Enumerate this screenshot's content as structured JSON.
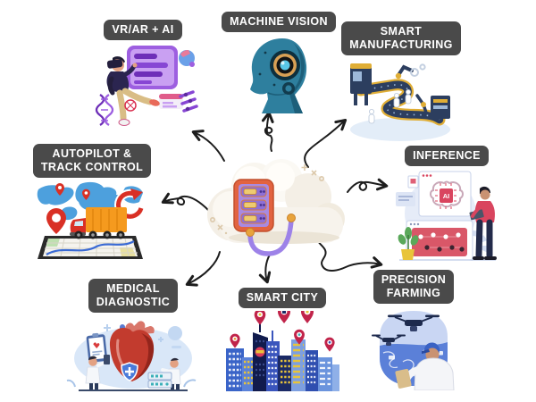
{
  "background_color": "#ffffff",
  "label_style": {
    "background": "#4a4a4a",
    "text_color": "#ffffff"
  },
  "arrow_color": "#1c1c1c",
  "center": {
    "id": "cloud-server",
    "icon": "cloud-server-icon"
  },
  "nodes": [
    {
      "id": "vr-ar-ai",
      "label": "VR/AR + AI",
      "icon": "vr-person-icon"
    },
    {
      "id": "machine-vision",
      "label": "MACHINE VISION",
      "icon": "robot-head-icon"
    },
    {
      "id": "smart-manufacturing",
      "label": "SMART\nMANUFACTURING",
      "icon": "factory-conveyor-icon"
    },
    {
      "id": "autopilot-track-control",
      "label": "AUTOPILOT &\nTRACK CONTROL",
      "icon": "truck-tracking-icon"
    },
    {
      "id": "inference",
      "label": "INFERENCE",
      "icon": "ai-inference-icon"
    },
    {
      "id": "medical-diagnostic",
      "label": "MEDICAL\nDIAGNOSTIC",
      "icon": "heart-diagnostic-icon"
    },
    {
      "id": "smart-city",
      "label": "SMART CITY",
      "icon": "city-skyline-icon"
    },
    {
      "id": "precision-farming",
      "label": "PRECISION\nFARMING",
      "icon": "drone-farming-icon"
    }
  ],
  "connections": [
    {
      "from": "cloud-server",
      "to": "vr-ar-ai"
    },
    {
      "from": "cloud-server",
      "to": "machine-vision"
    },
    {
      "from": "cloud-server",
      "to": "smart-manufacturing"
    },
    {
      "from": "cloud-server",
      "to": "autopilot-track-control"
    },
    {
      "from": "cloud-server",
      "to": "inference"
    },
    {
      "from": "cloud-server",
      "to": "medical-diagnostic"
    },
    {
      "from": "cloud-server",
      "to": "smart-city"
    },
    {
      "from": "cloud-server",
      "to": "precision-farming"
    }
  ]
}
